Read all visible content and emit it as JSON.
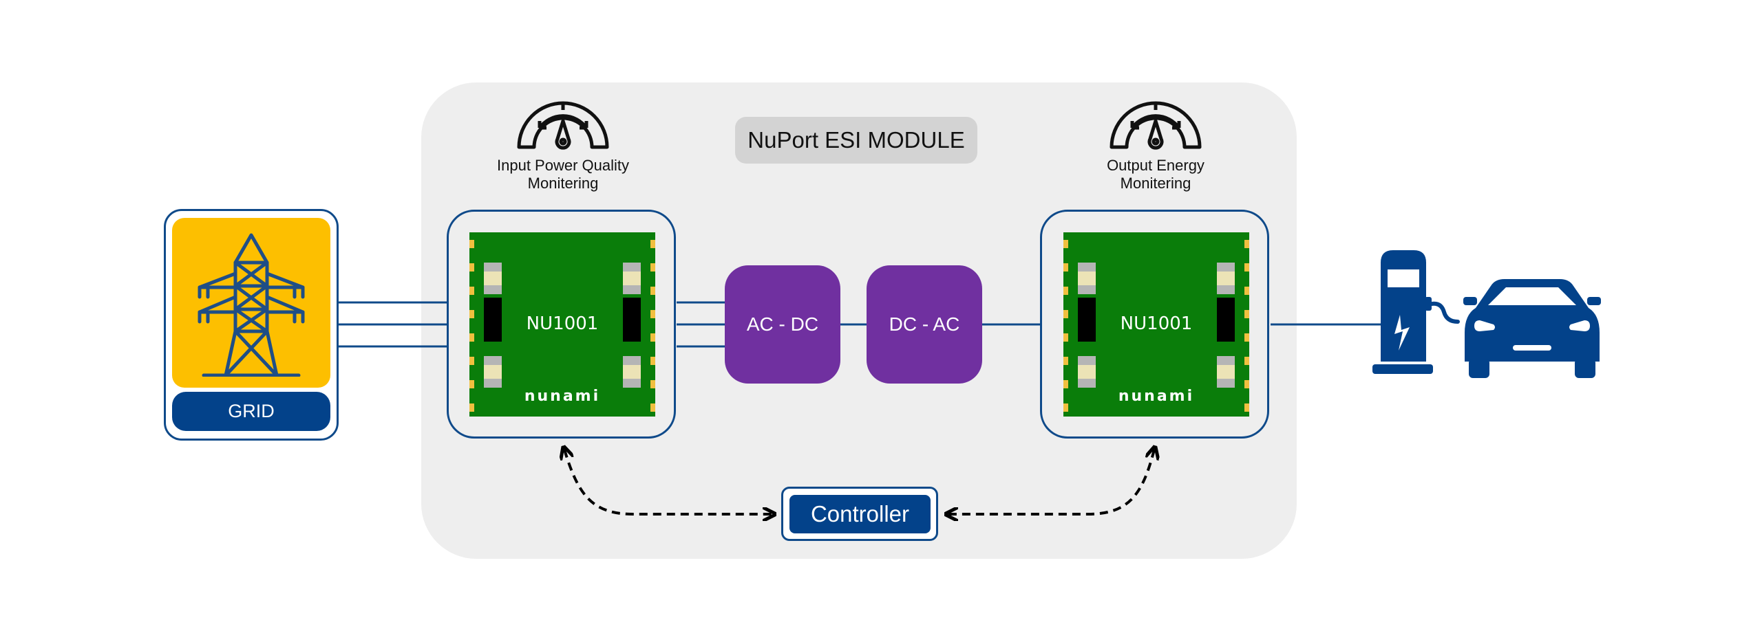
{
  "diagram": {
    "module_title": "NuPort ESI MODULE",
    "source": {
      "label": "GRID",
      "icon": "transmission-tower-icon"
    },
    "input_monitor": {
      "label_line1": "Input Power Quality",
      "label_line2": "Monitering",
      "icon": "gauge-icon"
    },
    "output_monitor": {
      "label_line1": "Output Energy",
      "label_line2": "Monitering",
      "icon": "gauge-icon"
    },
    "input_board": {
      "label": "NU1001",
      "brand": "nunami"
    },
    "output_board": {
      "label": "NU1001",
      "brand": "nunami"
    },
    "converters": [
      {
        "label": "AC - DC"
      },
      {
        "label": "DC - AC"
      }
    ],
    "controller": {
      "label": "Controller"
    },
    "load": {
      "charger_icon": "ev-charger-icon",
      "vehicle_icon": "car-icon"
    },
    "colors": {
      "navy": "#03428a",
      "line_blue": "#0f4a8a",
      "grid_yellow": "#fdbf00",
      "board_green": "#0a7d0a",
      "converter_purple": "#7030a0",
      "panel_grey": "#eeeeee",
      "title_grey": "#d3d3d3"
    }
  }
}
